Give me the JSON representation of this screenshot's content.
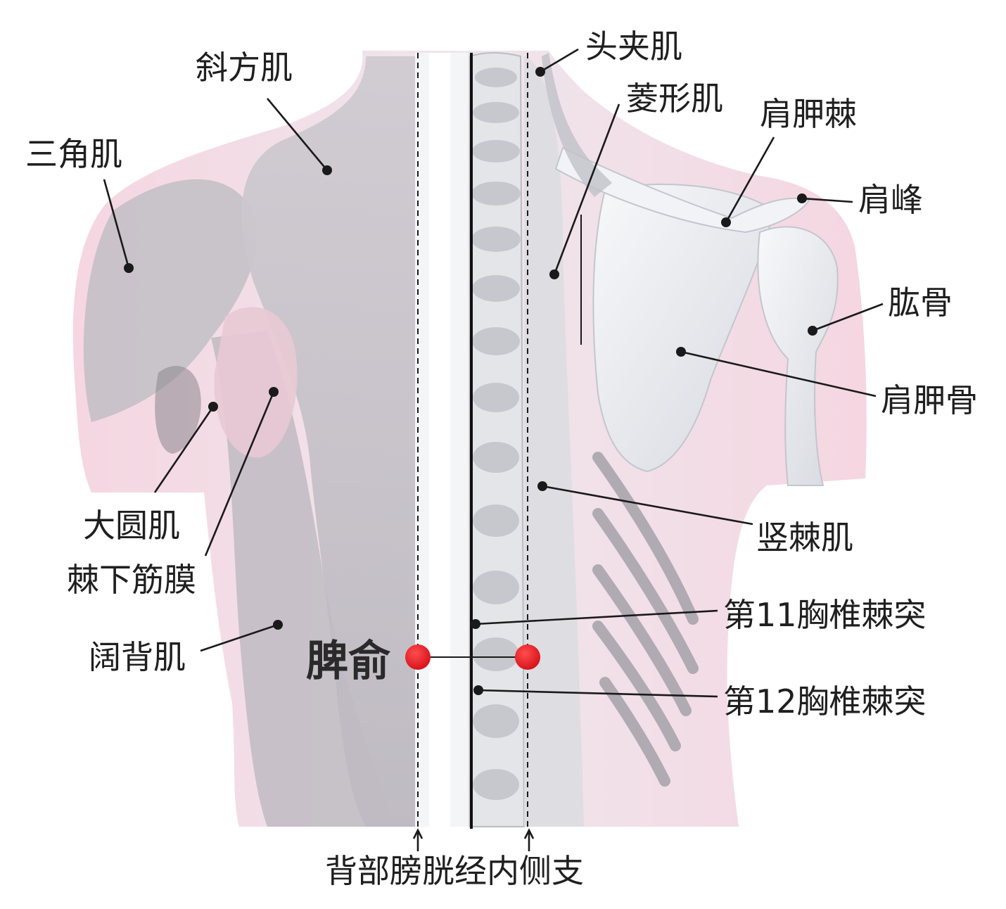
{
  "figure": {
    "labels": {
      "splenius": "头夹肌",
      "trapezius": "斜方肌",
      "rhomboid": "菱形肌",
      "scapular_spine": "肩胛棘",
      "deltoid": "三角肌",
      "acromion": "肩峰",
      "humerus": "肱骨",
      "scapula": "肩胛骨",
      "teres_major": "大圆肌",
      "infraspinous_fascia": "棘下筋膜",
      "erector_spinae": "竖棘肌",
      "t11_spinous": "第11胸椎棘突",
      "latissimus": "阔背肌",
      "t12_spinous": "第12胸椎棘突",
      "acupoint": "脾俞",
      "meridian": "背部膀胱经内侧支"
    },
    "colors": {
      "acupoint": "#e3191f",
      "skin_pink": "#f2cfdb",
      "muscle_gray": "#c9c6cc",
      "bone_white": "#eceef2",
      "leader": "#1a1a1a"
    }
  }
}
